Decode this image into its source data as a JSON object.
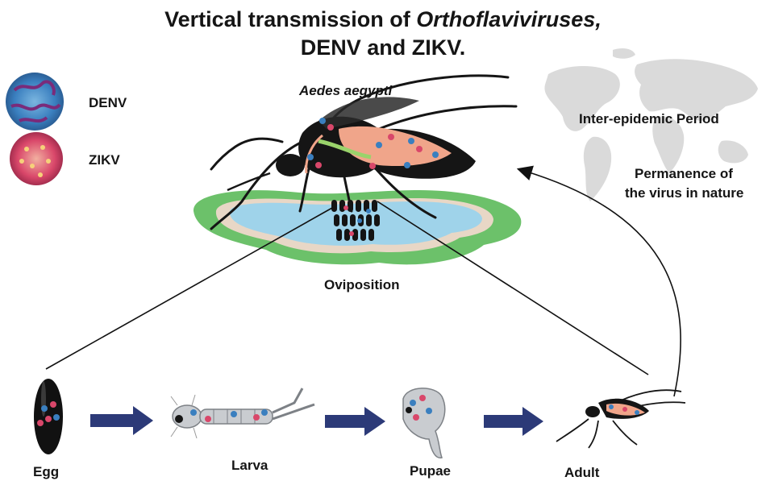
{
  "title": {
    "line1_prefix": "Vertical transmission of ",
    "line1_italic": "Orthoflaviviruses,",
    "line2": "DENV and ZIKV."
  },
  "legend": {
    "denv": "DENV",
    "zikv": "ZIKV"
  },
  "labels": {
    "species": "Aedes aegypti",
    "inter_epidemic": "Inter-epidemic Period",
    "permanence_line1": "Permanence of",
    "permanence_line2": "the virus in nature",
    "oviposition": "Oviposition"
  },
  "stages": {
    "egg": "Egg",
    "larva": "Larva",
    "pupae": "Pupae",
    "adult": "Adult"
  },
  "colors": {
    "denv_virus": "#3a7fbf",
    "zikv_virus": "#d9476a",
    "arrow": "#2c3a78",
    "water": "#9fd3ea",
    "grass": "#6cc16a",
    "mosquito": "#151515",
    "mosquito_organ": "#f0a58a",
    "world_map": "#d6d6d6"
  }
}
